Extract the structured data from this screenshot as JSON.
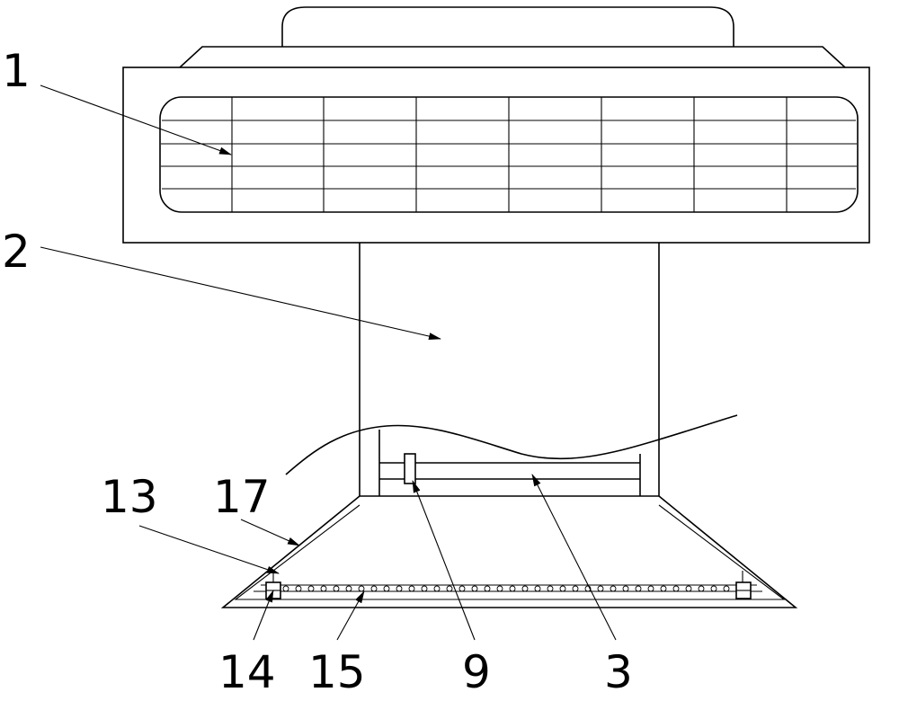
{
  "labels": {
    "l1": "1",
    "l2": "2",
    "l3": "3",
    "l9": "9",
    "l13": "13",
    "l14": "14",
    "l15": "15",
    "l17": "17"
  },
  "colors": {
    "line": "#000000",
    "background": "#ffffff"
  }
}
